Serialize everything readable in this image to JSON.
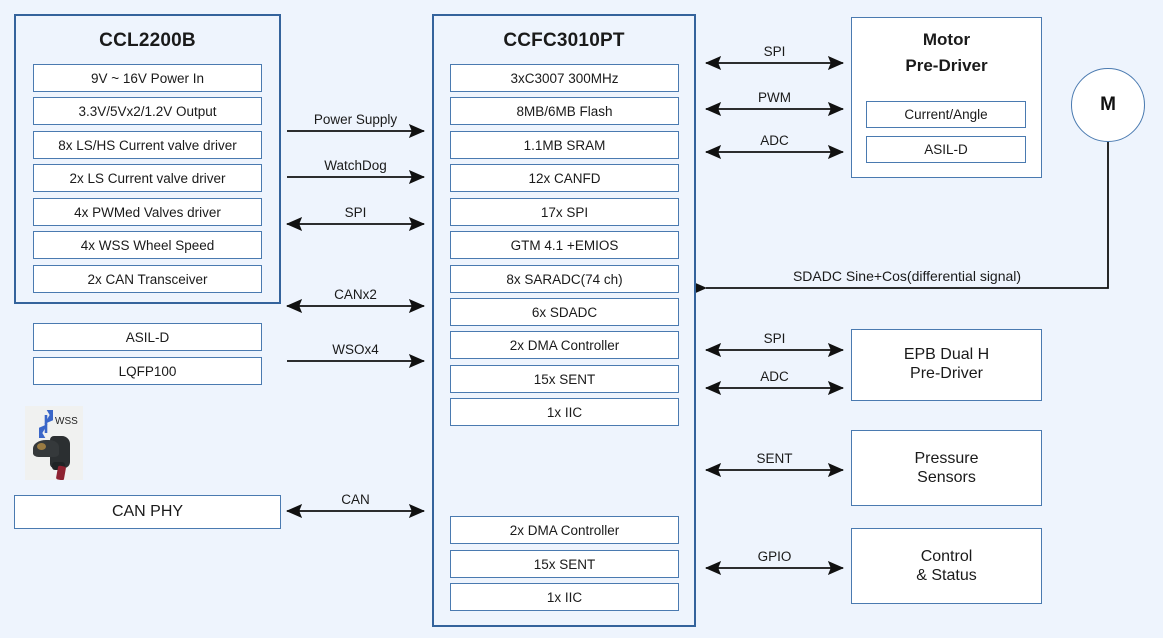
{
  "diagram": {
    "background_color": "#eef4fd",
    "panel_border_color": "#34639c",
    "box_border_color": "#4a7ab0",
    "wire_color": "#111111",
    "wss_arrow_color": "#3a66c8"
  },
  "left_panel": {
    "title": "CCL2200B",
    "rows": [
      "9V ~ 16V Power In",
      "3.3V/5Vx2/1.2V Output",
      "8x LS/HS Current valve driver",
      "2x LS Current valve driver",
      "4x PWMed Valves driver",
      "4x WSS Wheel Speed",
      "2x CAN Transceiver"
    ],
    "rows_lower": [
      "ASIL-D",
      "LQFP100"
    ]
  },
  "wss_sensor": {
    "label": "WSS"
  },
  "can_phy": {
    "label": "CAN PHY"
  },
  "center_panel": {
    "title": "CCFC3010PT",
    "rows": [
      "3xC3007 300MHz",
      "8MB/6MB Flash",
      "1.1MB SRAM",
      "12x CANFD",
      "17x SPI",
      "GTM 4.1 +EMIOS",
      "8x SARADC(74 ch)",
      "6x SDADC",
      "2x DMA Controller",
      "15x SENT",
      "1x IIC"
    ],
    "rows_lower": [
      "2x DMA Controller",
      "15x SENT",
      "1x IIC"
    ]
  },
  "right_blocks": [
    {
      "name": "motor-pre-driver",
      "title_line1": "Motor",
      "title_line2": "Pre-Driver",
      "sub_rows": [
        "Current/Angle",
        "ASIL-D"
      ]
    },
    {
      "name": "epb-dual-h-pre-driver",
      "title_line1": "EPB Dual H",
      "title_line2": "Pre-Driver",
      "sub_rows": []
    },
    {
      "name": "pressure-sensors",
      "title_line1": "Pressure",
      "title_line2": "Sensors",
      "sub_rows": []
    },
    {
      "name": "control-and-status",
      "title_line1": "Control",
      "title_line2": "& Status",
      "sub_rows": []
    }
  ],
  "motor": {
    "label": "M"
  },
  "connections_left": [
    {
      "label": "Power Supply",
      "direction": "right"
    },
    {
      "label": "WatchDog",
      "direction": "right"
    },
    {
      "label": "SPI",
      "direction": "both"
    },
    {
      "label": "CANx2",
      "direction": "both"
    },
    {
      "label": "WSOx4",
      "direction": "right"
    },
    {
      "label": "CAN",
      "direction": "both"
    }
  ],
  "connections_right": [
    {
      "label": "SPI",
      "direction": "both"
    },
    {
      "label": "PWM",
      "direction": "both"
    },
    {
      "label": "ADC",
      "direction": "both"
    },
    {
      "label": "SDADC Sine+Cos(differential signal)",
      "direction": "left"
    },
    {
      "label": "SPI",
      "direction": "both"
    },
    {
      "label": "ADC",
      "direction": "both"
    },
    {
      "label": "SENT",
      "direction": "both"
    },
    {
      "label": "GPIO",
      "direction": "both"
    }
  ]
}
